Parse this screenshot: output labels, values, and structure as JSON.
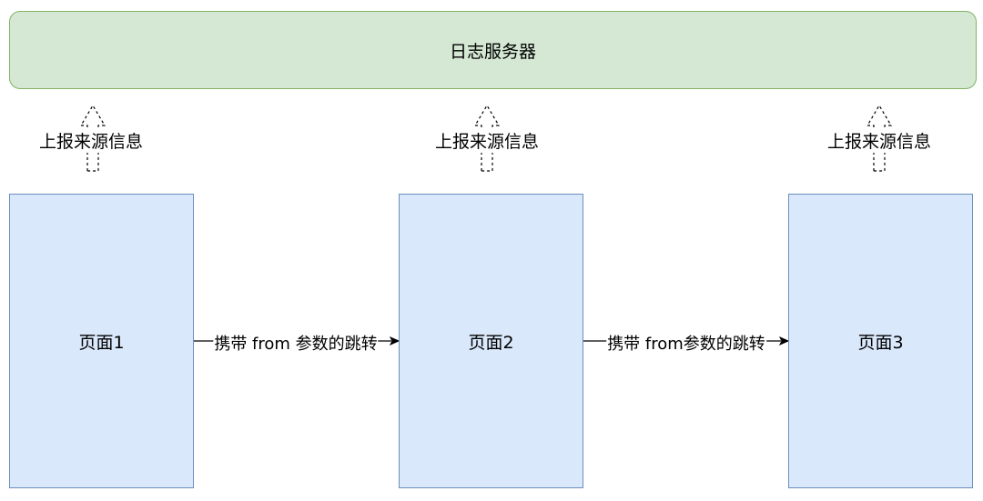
{
  "server": {
    "label": "日志服务器"
  },
  "pages": [
    {
      "label": "页面1"
    },
    {
      "label": "页面2"
    },
    {
      "label": "页面3"
    }
  ],
  "reports": [
    {
      "label": "上报来源信息"
    },
    {
      "label": "上报来源信息"
    },
    {
      "label": "上报来源信息"
    }
  ],
  "links": [
    {
      "label": "携带 from 参数的跳转"
    },
    {
      "label": "携带 from参数的跳转"
    }
  ],
  "colors": {
    "server_fill": "#d5e8d4",
    "server_stroke": "#82b366",
    "page_fill": "#dae8fc",
    "page_stroke": "#6c8ebf"
  }
}
